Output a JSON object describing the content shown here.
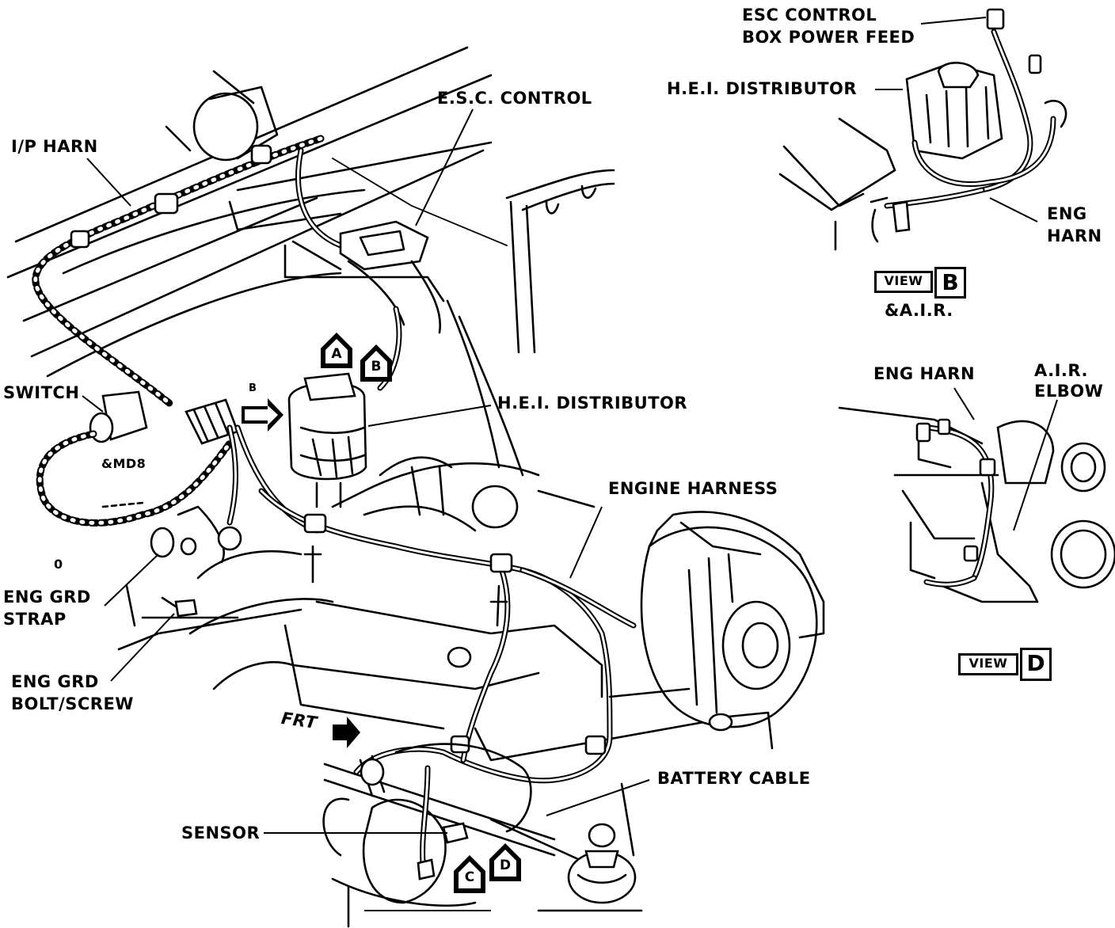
{
  "labels": {
    "ip_harn": "I/P HARN",
    "esc_control": "E.S.C. CONTROL",
    "switch": "SWITCH",
    "md8": "&MD8",
    "o_mark": "0",
    "hei_distributor": "H.E.I. DISTRIBUTOR",
    "engine_harness": "ENGINE HARNESS",
    "eng_grd_strap_1": "ENG GRD",
    "eng_grd_strap_2": "STRAP",
    "eng_grd_bolt_1": "ENG GRD",
    "eng_grd_bolt_2": "BOLT/SCREW",
    "frt": "FRT",
    "battery_cable": "BATTERY CABLE",
    "sensor": "SENSOR",
    "view_b_esc_feed_1": "ESC CONTROL",
    "view_b_esc_feed_2": "BOX POWER FEED",
    "view_b_hei": "H.E.I. DISTRIBUTOR",
    "view_b_eng_harn_1": "ENG",
    "view_b_eng_harn_2": "HARN",
    "view_b_air": "&A.I.R.",
    "view_d_eng_harn": "ENG HARN",
    "view_d_air_elbow_1": "A.I.R.",
    "view_d_air_elbow_2": "ELBOW"
  },
  "views": {
    "view_word": "VIEW",
    "b_letter": "B",
    "d_letter": "D"
  },
  "callouts": {
    "a": "A",
    "b": "B",
    "c": "C",
    "d": "D"
  }
}
